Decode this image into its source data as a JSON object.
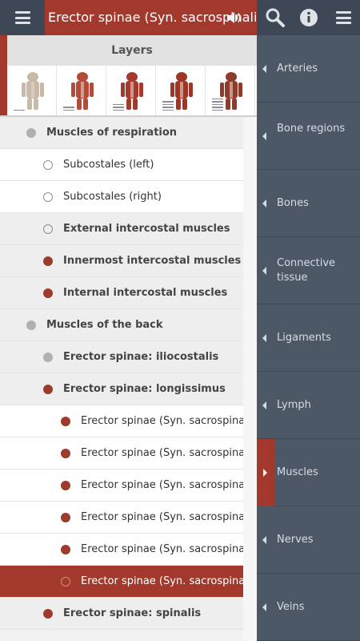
{
  "header": {
    "title": "Erector spinae (Syn. sacrospinalis) longissimus",
    "colors": {
      "bar": "#3d4756",
      "title_bg": "#a2392c"
    }
  },
  "layers": {
    "title": "Layers",
    "thumbnails": [
      "skeleton",
      "deep-muscles",
      "muscles",
      "muscles-superficial",
      "skin"
    ]
  },
  "list": [
    {
      "label": "Muscles of respiration",
      "level": 0,
      "dot": "gray",
      "bold": true,
      "bg": "grey"
    },
    {
      "label": "Subcostales (left)",
      "level": 1,
      "dot": "open",
      "bold": false,
      "bg": "white"
    },
    {
      "label": "Subcostales (right)",
      "level": 1,
      "dot": "open",
      "bold": false,
      "bg": "white"
    },
    {
      "label": "External intercostal muscles",
      "level": 1,
      "dot": "open",
      "bold": true,
      "bg": "grey"
    },
    {
      "label": "Innermost intercostal muscles",
      "level": 1,
      "dot": "red",
      "bold": true,
      "bg": "grey"
    },
    {
      "label": "Internal intercostal muscles",
      "level": 1,
      "dot": "red",
      "bold": true,
      "bg": "grey"
    },
    {
      "label": "Muscles of the back",
      "level": 0,
      "dot": "gray",
      "bold": true,
      "bg": "grey"
    },
    {
      "label": "Erector spinae: iliocostalis",
      "level": 1,
      "dot": "gray",
      "bold": true,
      "bg": "grey"
    },
    {
      "label": "Erector spinae: longissimus",
      "level": 1,
      "dot": "red",
      "bold": true,
      "bg": "grey"
    },
    {
      "label": "Erector spinae (Syn. sacrospinalis) longissimus",
      "level": 2,
      "dot": "red",
      "bold": false,
      "bg": "white"
    },
    {
      "label": "Erector spinae (Syn. sacrospinalis) longissimus",
      "level": 2,
      "dot": "red",
      "bold": false,
      "bg": "white"
    },
    {
      "label": "Erector spinae (Syn. sacrospinalis) longissimus",
      "level": 2,
      "dot": "red",
      "bold": false,
      "bg": "white"
    },
    {
      "label": "Erector spinae (Syn. sacrospinalis) longissimus",
      "level": 2,
      "dot": "red",
      "bold": false,
      "bg": "white"
    },
    {
      "label": "Erector spinae (Syn. sacrospinalis) longissimus",
      "level": 2,
      "dot": "red",
      "bold": false,
      "bg": "white"
    },
    {
      "label": "Erector spinae (Syn. sacrospinalis) longissimus",
      "level": 2,
      "dot": "selred",
      "bold": false,
      "bg": "selected"
    },
    {
      "label": "Erector spinae: spinalis",
      "level": 1,
      "dot": "red",
      "bold": true,
      "bg": "grey"
    }
  ],
  "sidebar": {
    "items": [
      {
        "label": "Arteries",
        "active": false
      },
      {
        "label": "Bone regions",
        "active": false
      },
      {
        "label": "Bones",
        "active": false
      },
      {
        "label": "Connective tissue",
        "active": false
      },
      {
        "label": "Ligaments",
        "active": false
      },
      {
        "label": "Lymph",
        "active": false
      },
      {
        "label": "Muscles",
        "active": true
      },
      {
        "label": "Nerves",
        "active": false
      },
      {
        "label": "Veins",
        "active": false
      }
    ]
  },
  "icons": {
    "left_menu": "hamburger-icon",
    "speaker": "speaker-icon",
    "search": "search-icon",
    "info": "info-icon",
    "right_menu": "hamburger-icon"
  }
}
